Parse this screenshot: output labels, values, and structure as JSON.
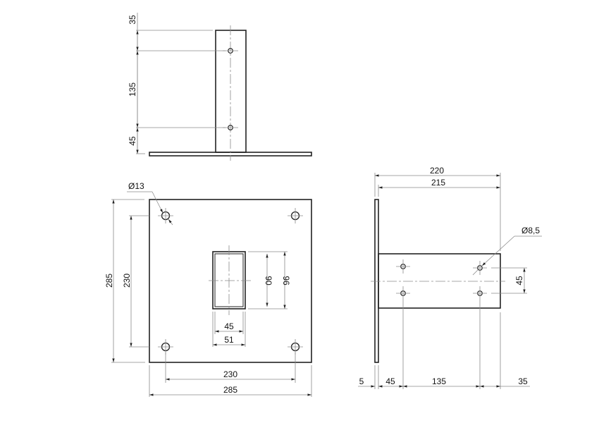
{
  "drawing": {
    "views": {
      "front_elevation": {
        "dimensions": {
          "top_offset": "35",
          "hole_spacing": "135",
          "bottom_offset": "45"
        }
      },
      "plan_view": {
        "hole_label": "Ø13",
        "dimensions": {
          "plate_height": "285",
          "hole_spacing_vertical": "230",
          "tube_inner_height": "90",
          "tube_outer_height": "96",
          "tube_inner_width": "45",
          "tube_outer_width": "51",
          "hole_spacing_horizontal": "230",
          "plate_width": "285"
        }
      },
      "side_elevation": {
        "hole_label": "Ø8,5",
        "dimensions": {
          "overall_length": "220",
          "tube_length": "215",
          "hole_spacing_vertical": "45",
          "plate_thickness": "5",
          "first_hole_offset": "45",
          "hole_spacing_horizontal": "135",
          "end_offset": "35"
        }
      }
    },
    "colors": {
      "object_line": "#222222",
      "dimension_line": "#8a8a8a",
      "background": "#ffffff"
    }
  }
}
